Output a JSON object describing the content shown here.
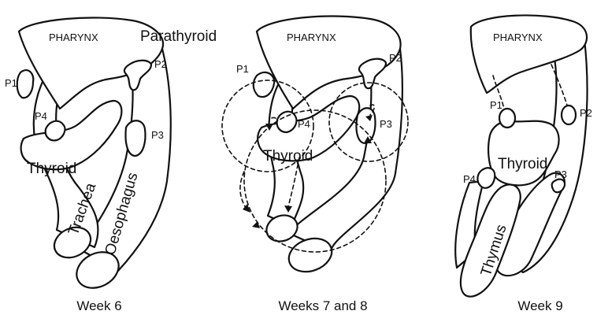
{
  "panels": [
    {
      "pharynx": "PHARYNX",
      "parathyroid": "Parathyroid",
      "p1": "P1",
      "p2": "P2",
      "p3": "P3",
      "p4": "P4",
      "thyroid": "Thyroid",
      "trachea": "Trachea",
      "oesophagus": "Oesophagus",
      "caption": "Week 6"
    },
    {
      "pharynx": "PHARYNX",
      "p1": "P1",
      "p2": "P2",
      "p3": "P3",
      "p4": "P4",
      "thyroid": "Thyroid",
      "caption": "Weeks 7 and 8"
    },
    {
      "pharynx": "PHARYNX",
      "p1": "P1",
      "p2": "P2",
      "p3": "P3",
      "p4": "P4",
      "thyroid": "Thyroid",
      "thymus": "Thymus",
      "caption": "Week 9"
    }
  ],
  "icons": [
    "pharynx-shape",
    "thyroid-shape",
    "parathyroid-gland",
    "trachea-tube",
    "oesophagus-tube",
    "migration-arrow",
    "thymus-shape"
  ]
}
